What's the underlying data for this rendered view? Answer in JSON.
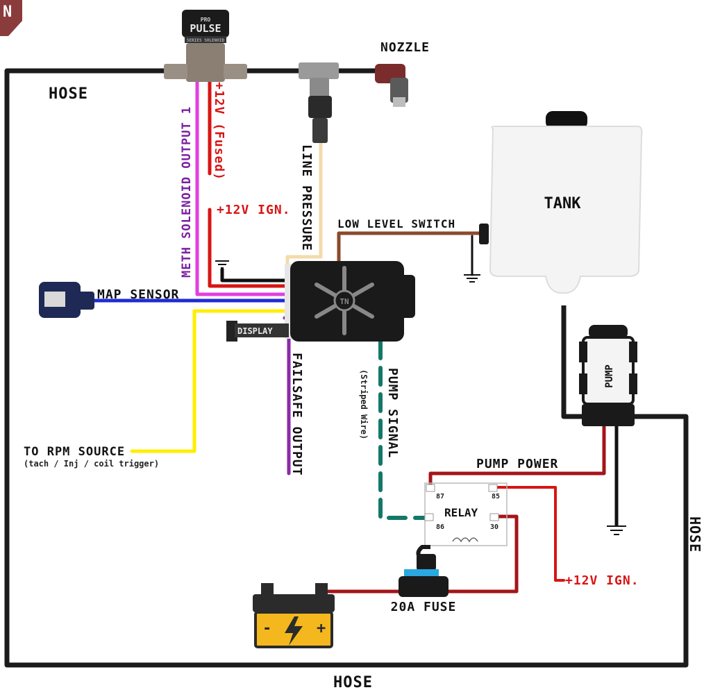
{
  "corner_badge": "N",
  "solenoid_brand": "PULSE",
  "solenoid_brand_top": "PRO",
  "solenoid_brand_sub": "SERIES SOLENOID",
  "labels": {
    "nozzle": "NOZZLE",
    "hose_top": "HOSE",
    "hose_right": "HOSE",
    "hose_bottom": "HOSE",
    "tank": "TANK",
    "pump": "PUMP",
    "low_level_switch": "LOW LEVEL SWITCH",
    "line_pressure": "LINE PRESSURE",
    "plus12_fused": "+12V (Fused)",
    "plus12_ign_top": "+12V IGN.",
    "plus12_ign_right": "+12V IGN.",
    "meth_solenoid": "METH SOLENOID OUTPUT 1",
    "map_sensor": "MAP SENSOR",
    "display": "DISPLAY",
    "failsafe": "FAILSAFE OUTPUT",
    "pump_signal": "PUMP SIGNAL",
    "striped_wire": "(Striped Wire)",
    "rpm_source": "TO RPM SOURCE",
    "rpm_source_sub": "(tach / Inj / coil trigger)",
    "pump_power": "PUMP POWER",
    "relay": "RELAY",
    "pin_87": "87",
    "pin_85": "85",
    "pin_86": "86",
    "pin_30": "30",
    "fuse": "20A FUSE",
    "controller_logo": "TN",
    "battery_minus": "-",
    "battery_plus": "+"
  },
  "colors": {
    "hose": "#1b1b1b",
    "red_wire": "#d81414",
    "dark_red_wire": "#a3151a",
    "purple_wire": "#8a2aa6",
    "magenta_wire": "#e040e0",
    "blue_wire": "#1f2bd6",
    "yellow_wire": "#ffee00",
    "brown_wire": "#8b4a2b",
    "tan_wire": "#f2dcaa",
    "teal_stripe": "#13786a",
    "controller": "#1a1a1a",
    "battery_body": "#f4b81e",
    "battery_dark": "#2b2b2b",
    "fuse_blue": "#2aa8e0"
  }
}
